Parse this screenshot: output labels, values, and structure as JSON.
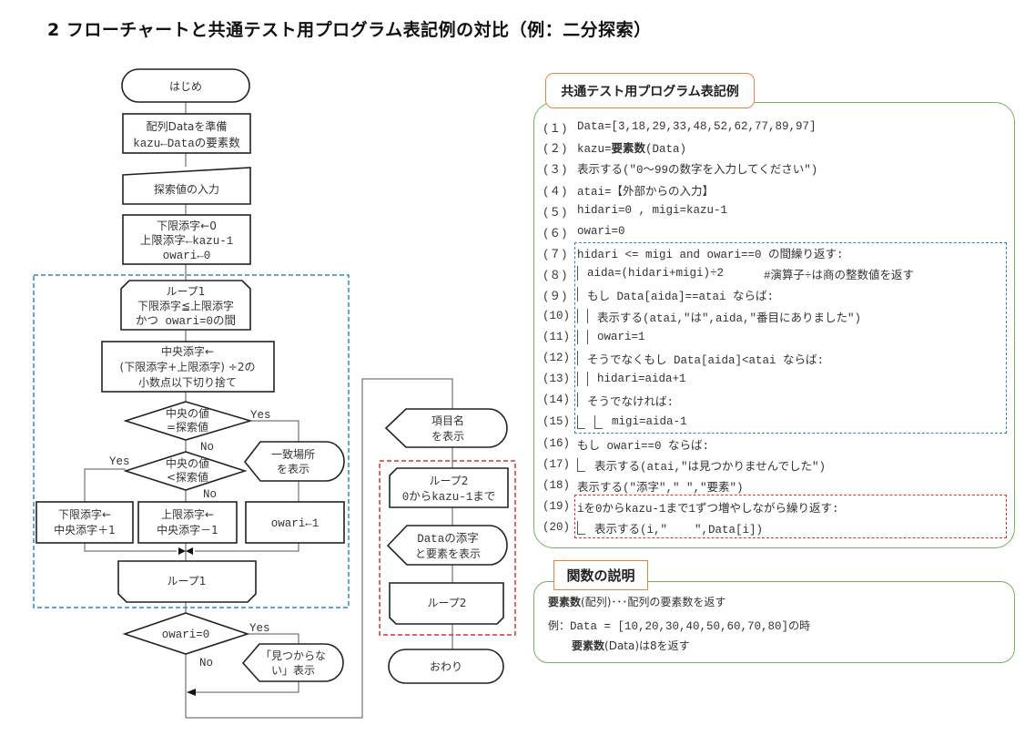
{
  "title": "2  フローチャートと共通テスト用プログラム表記例の対比（例：二分探索）",
  "flowchart": {
    "start": "はじめ",
    "prep_1": "配列Dataを準備",
    "prep_2": "kazu←Dataの要素数",
    "input": "探索値の入力",
    "init_1": "下限添字←0",
    "init_2": "上限添字←kazu-1",
    "init_3": "owari←0",
    "loop1_head_1": "ループ1",
    "loop1_head_2": "下限添字≦上限添字",
    "loop1_head_3": "かつ owari=0の間",
    "mid_1": "中央添字←",
    "mid_2": "(下限添字+上限添字) ÷2の",
    "mid_3": "小数点以下切り捨て",
    "dec1_1": "中央の値",
    "dec1_2": "=探索値",
    "dec2_1": "中央の値",
    "dec2_2": "<探索値",
    "found_1": "一致場所",
    "found_2": "を表示",
    "lower_1": "下限添字←",
    "lower_2": "中央添字＋1",
    "upper_1": "上限添字←",
    "upper_2": "中央添字－1",
    "owari1": "owari←1",
    "loop1_end": "ループ1",
    "dec3": "owari=0",
    "notfound_1": "「見つからな",
    "notfound_2": "い」表示",
    "header_1": "項目名",
    "header_2": "を表示",
    "loop2_head_1": "ループ2",
    "loop2_head_2": "0からkazu-1まで",
    "show_1": "Dataの添字",
    "show_2": "と要素を表示",
    "loop2_end": "ループ2",
    "end": "おわり",
    "yes": "Yes",
    "no": "No"
  },
  "program": {
    "tab_label": "共通テスト用プログラム表記例",
    "lines": [
      {
        "num": "(１)",
        "text": "Data=[3,18,29,33,48,52,62,77,89,97]"
      },
      {
        "num": "(２)",
        "pre": "kazu=",
        "bold": "要素数",
        "post": "(Data)"
      },
      {
        "num": "(３)",
        "text": "表示する(\"0～99の数字を入力してください\")"
      },
      {
        "num": "(４)",
        "text": "atai=【外部からの入力】"
      },
      {
        "num": "(５)",
        "text": "hidari=0 , migi=kazu-1"
      },
      {
        "num": "(６)",
        "text": "owari=0"
      },
      {
        "num": "(７)",
        "text": "hidari <= migi and owari==0 の間繰り返す:"
      },
      {
        "num": "(８)",
        "text": "aida=(hidari+migi)÷2",
        "comment": "#演算子÷は商の整数値を返す"
      },
      {
        "num": "(９)",
        "text": "もし Data[aida]==atai ならば:"
      },
      {
        "num": "(10)",
        "text": "表示する(atai,\"は\",aida,\"番目にありました\")"
      },
      {
        "num": "(11)",
        "text": "owari=1"
      },
      {
        "num": "(12)",
        "text": "そうでなくもし Data[aida]<atai ならば:"
      },
      {
        "num": "(13)",
        "text": "hidari=aida+1"
      },
      {
        "num": "(14)",
        "text": "そうでなければ:"
      },
      {
        "num": "(15)",
        "text": "migi=aida-1"
      },
      {
        "num": "(16)",
        "text": "もし owari==0 ならば:"
      },
      {
        "num": "(17)",
        "text": "表示する(atai,\"は見つかりませんでした\")"
      },
      {
        "num": "(18)",
        "text": "表示する(\"添字\",\" \",\"要素\")"
      },
      {
        "num": "(19)",
        "text": "iを0からkazu-1まで1ずつ増やしながら繰り返す:"
      },
      {
        "num": "(20)",
        "text": "表示する(i,\"    \",Data[i])"
      }
    ]
  },
  "functions": {
    "tab_label": "関数の説明",
    "line1_bold": "要素数",
    "line1_rest": "(配列)･･･配列の要素数を返す",
    "line2_prefix": "例：",
    "line2_code": "Data = [10,20,30,40,50,60,70,80]",
    "line2_suffix": "の時",
    "line3_bold": "要素数",
    "line3_rest": "(Data)は8を返す"
  },
  "colors": {
    "loop1_box": "#2e86c1",
    "loop2_box": "#e03030",
    "panel_border": "#77b05a",
    "tab_border": "#e8833a"
  }
}
